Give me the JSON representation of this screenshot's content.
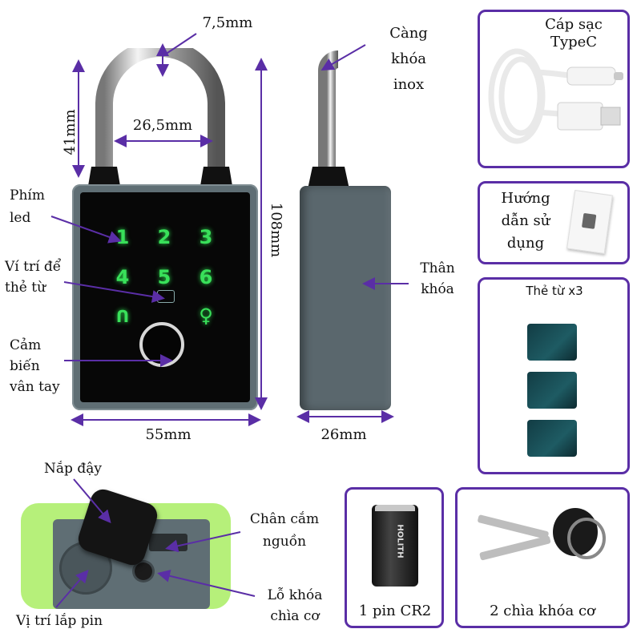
{
  "dimensions": {
    "shackle_width": "7,5mm",
    "shackle_height": "41mm",
    "shackle_inner": "26,5mm",
    "body_height": "108mm",
    "body_width": "55mm",
    "body_depth": "26mm"
  },
  "labels": {
    "shackle": "Càng khóa inox",
    "led_keys": "Phím led",
    "card_position": "Ví trí để thẻ từ",
    "fingerprint": "Cảm biến vân tay",
    "body": "Thân khóa",
    "cover": "Nắp đậy",
    "power_port": "Chân cắm nguồn",
    "battery_position": "Vị trí lắp pin",
    "key_hole": "Lỗ khóa chìa cơ"
  },
  "keypad": [
    "1",
    "2",
    "3",
    "4",
    "5",
    "6",
    "U",
    "♀"
  ],
  "accessories": {
    "cable": "Cáp sạc TypeC",
    "manual": "Hướng dẫn sử dụng",
    "cards": "Thẻ từ x3",
    "battery": "1 pin CR2",
    "keys": "2 chìa khóa cơ",
    "battery_brand": "HOLITH"
  },
  "colors": {
    "accent": "#5a2ea6",
    "led": "#39e05a",
    "lock_body": "#5d6b72",
    "highlight": "#b6f07a"
  }
}
